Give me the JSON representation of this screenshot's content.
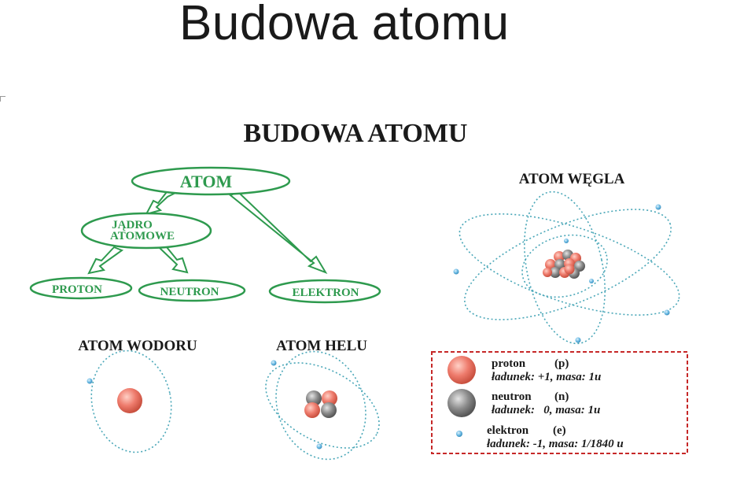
{
  "slide": {
    "title": "Budowa atomu"
  },
  "figure": {
    "heading": "BUDOWA ATOMU",
    "tree": {
      "root": "ATOM",
      "nucleus_line1": "JĄDRO",
      "nucleus_line2": "ATOMOWE",
      "proton": "PROTON",
      "neutron": "NEUTRON",
      "electron": "ELEKTRON"
    },
    "carbon_title": "ATOM WĘGLA",
    "hydrogen_title": "ATOM WODORU",
    "helium_title": "ATOM HELU",
    "legend": {
      "proton_name": "proton",
      "proton_symbol": "(p)",
      "proton_props": "ładunek: +1, masa: 1u",
      "neutron_name": "neutron",
      "neutron_symbol": "(n)",
      "neutron_props": "ładunek:   0, masa: 1u",
      "electron_name": "elektron",
      "electron_symbol": "(e)",
      "electron_props": "ładunek: -1, masa: 1/1840 u"
    },
    "colors": {
      "green": "#2e9a4e",
      "orbit": "#4aa7b8",
      "proton": "#ee7b6c",
      "neutron": "#8c8c8c",
      "electron": "#6ab9e3",
      "legend_border": "#c62828"
    }
  }
}
